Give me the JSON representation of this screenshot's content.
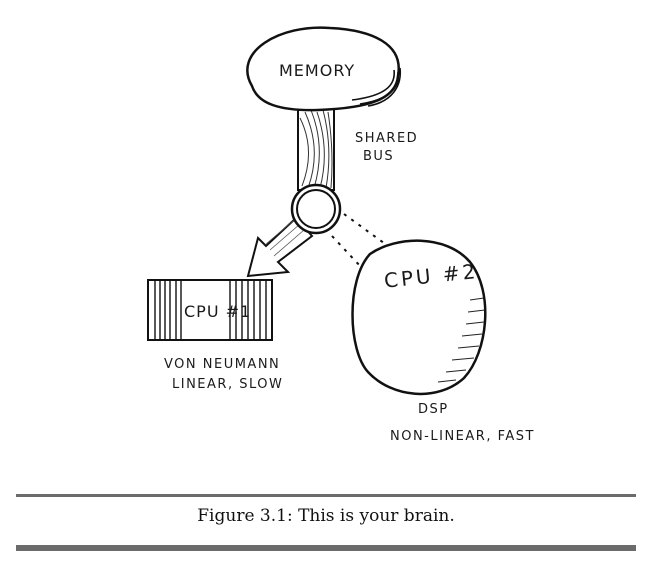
{
  "diagram": {
    "memory_label": "MEMORY",
    "bus_label_line1": "SHARED",
    "bus_label_line2": "BUS",
    "cpu1_label": "CPU #1",
    "cpu1_caption_line1": "VON NEUMANN",
    "cpu1_caption_line2": "LINEAR, SLOW",
    "cpu2_label": "CPU #2",
    "cpu2_caption_line1": "DSP",
    "cpu2_caption_line2": "NON-LINEAR, FAST"
  },
  "figure": {
    "caption": "Figure 3.1: This is your brain."
  }
}
